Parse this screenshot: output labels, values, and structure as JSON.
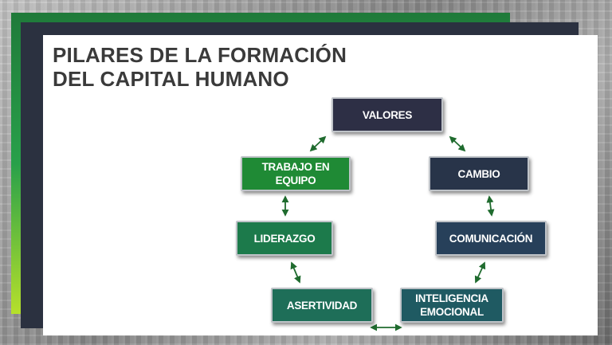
{
  "slide": {
    "title_line1": "PILARES DE LA FORMACIÓN",
    "title_line2": "DEL CAPITAL HUMANO"
  },
  "nodes": {
    "valores": "VALORES",
    "trabajo_line1": "TRABAJO EN",
    "trabajo_line2": "EQUIPO",
    "cambio": "CAMBIO",
    "liderazgo": "LIDERAZGO",
    "comunicacion": "COMUNICACIÓN",
    "asertividad": "ASERTIVIDAD",
    "inteligencia_line1": "INTELIGENCIA",
    "inteligencia_line2": "EMOCIONAL"
  },
  "colors": {
    "arrow": "#1f6b2e",
    "title": "#3a3a3a"
  }
}
